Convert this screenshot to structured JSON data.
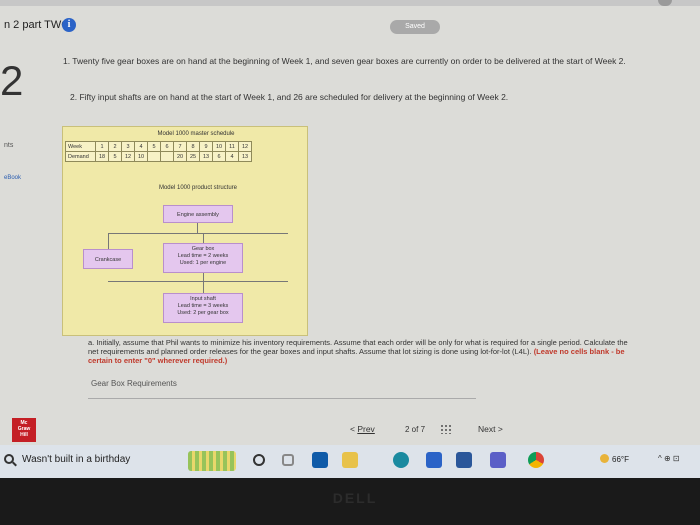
{
  "header": {
    "title": "n 2 part TWO",
    "saved": "Saved"
  },
  "question_number": "2",
  "sidebar": {
    "label_1": "nts",
    "label_2": "eBook"
  },
  "problem": {
    "p1": "1. Twenty five gear boxes are on hand at the beginning of Week 1, and seven gear boxes are currently on order to be delivered at the start of Week 2.",
    "p2": "2. Fifty input shafts are on hand at the start of Week 1, and 26 are scheduled for delivery at the beginning of Week 2."
  },
  "mps": {
    "title": "Model 1000 master schedule",
    "week_label": "Week",
    "demand_label": "Demand",
    "weeks": [
      "1",
      "2",
      "3",
      "4",
      "5",
      "6",
      "7",
      "8",
      "9",
      "10",
      "11",
      "12"
    ],
    "demand": [
      "18",
      "5",
      "12",
      "10",
      "",
      "",
      "20",
      "25",
      "13",
      "",
      "6",
      "4",
      "13"
    ]
  },
  "structure": {
    "title": "Model 1000 product structure",
    "engine": "Engine assembly",
    "crankcase": "Crankcase",
    "gearbox": [
      "Gear box",
      "Lead time = 2 weeks",
      "Used: 1 per engine"
    ],
    "shaft": [
      "Input shaft",
      "Lead time = 3 weeks",
      "Used: 2 per gear box"
    ]
  },
  "question_a": {
    "text": "a. Initially, assume that Phil wants to minimize his inventory requirements. Assume that each order will be only for what is required for a single period. Calculate the net requirements and planned order releases for the gear boxes and input shafts. Assume that lot sizing is done using lot-for-lot (L4L).",
    "warning": "(Leave no cells blank - be certain to enter \"0\" wherever required.)"
  },
  "section_label": "Gear Box Requirements",
  "pager": {
    "prev": "Prev",
    "count": "2 of 7",
    "next": "Next"
  },
  "logo": {
    "line1": "Mc",
    "line2": "Graw",
    "line3": "Hill"
  },
  "taskbar": {
    "search_text": "Wasn't built in a birthday",
    "weather": "66°F",
    "tray": "^ ⊕ ⊡"
  },
  "brand": "DELL"
}
